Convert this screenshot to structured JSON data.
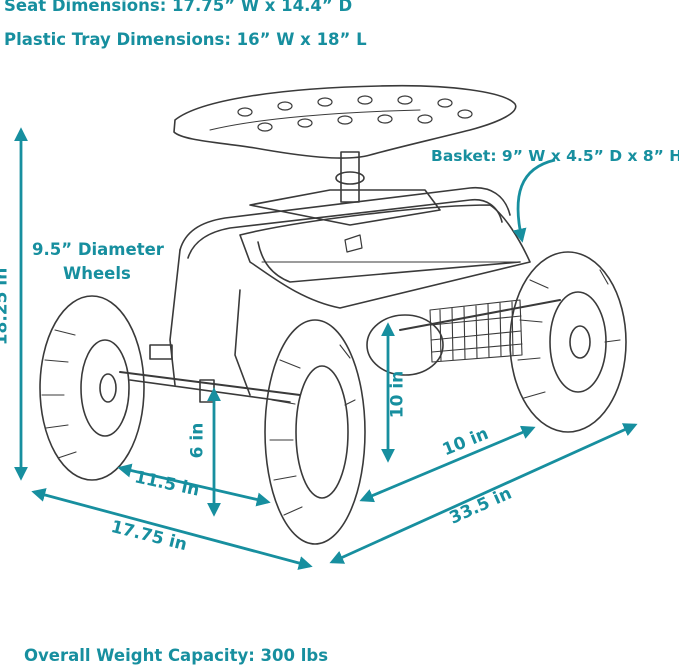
{
  "colors": {
    "accent": "#178f9f",
    "sketch": "#3a3a3a"
  },
  "specs": {
    "seat": "Seat Dimensions: 17.75” W x 14.4” D",
    "tray": "Plastic Tray Dimensions: 16” W x 18” L",
    "basket": "Basket: 9” W x 4.5” D x 8” H",
    "wheels_line1": "9.5” Diameter",
    "wheels_line2": "Wheels",
    "capacity": "Overall Weight Capacity: 300 lbs"
  },
  "dimensions": {
    "height": "18.25 in",
    "axle_height": "6 in",
    "clearance": "10 in",
    "wheelbase_front": "11.5 in",
    "width": "17.75 in",
    "length": "33.5 in",
    "seat_depth": "10 in"
  }
}
